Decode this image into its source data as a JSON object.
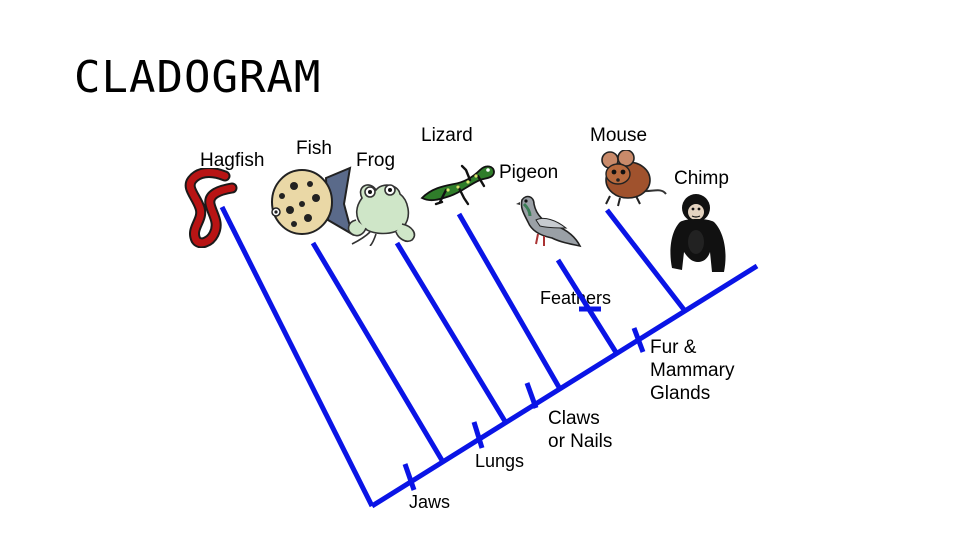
{
  "slide": {
    "title": "CLADOGRAM"
  },
  "taxa": {
    "hagfish": "Hagfish",
    "fish": "Fish",
    "frog": "Frog",
    "lizard": "Lizard",
    "pigeon": "Pigeon",
    "mouse": "Mouse",
    "chimp": "Chimp"
  },
  "traits": {
    "jaws": "Jaws",
    "lungs": "Lungs",
    "claws_line1": "Claws",
    "claws_line2": "or Nails",
    "feathers": "Feathers",
    "fur_line1": "Fur &",
    "fur_line2": "Mammary",
    "fur_line3": "Glands"
  },
  "colors": {
    "branch": "#0a14e6",
    "hagfish": "#b81414",
    "background": "#ffffff"
  },
  "icons": [
    "hagfish-icon",
    "fish-icon",
    "frog-icon",
    "lizard-icon",
    "pigeon-icon",
    "mouse-icon",
    "chimp-icon"
  ]
}
